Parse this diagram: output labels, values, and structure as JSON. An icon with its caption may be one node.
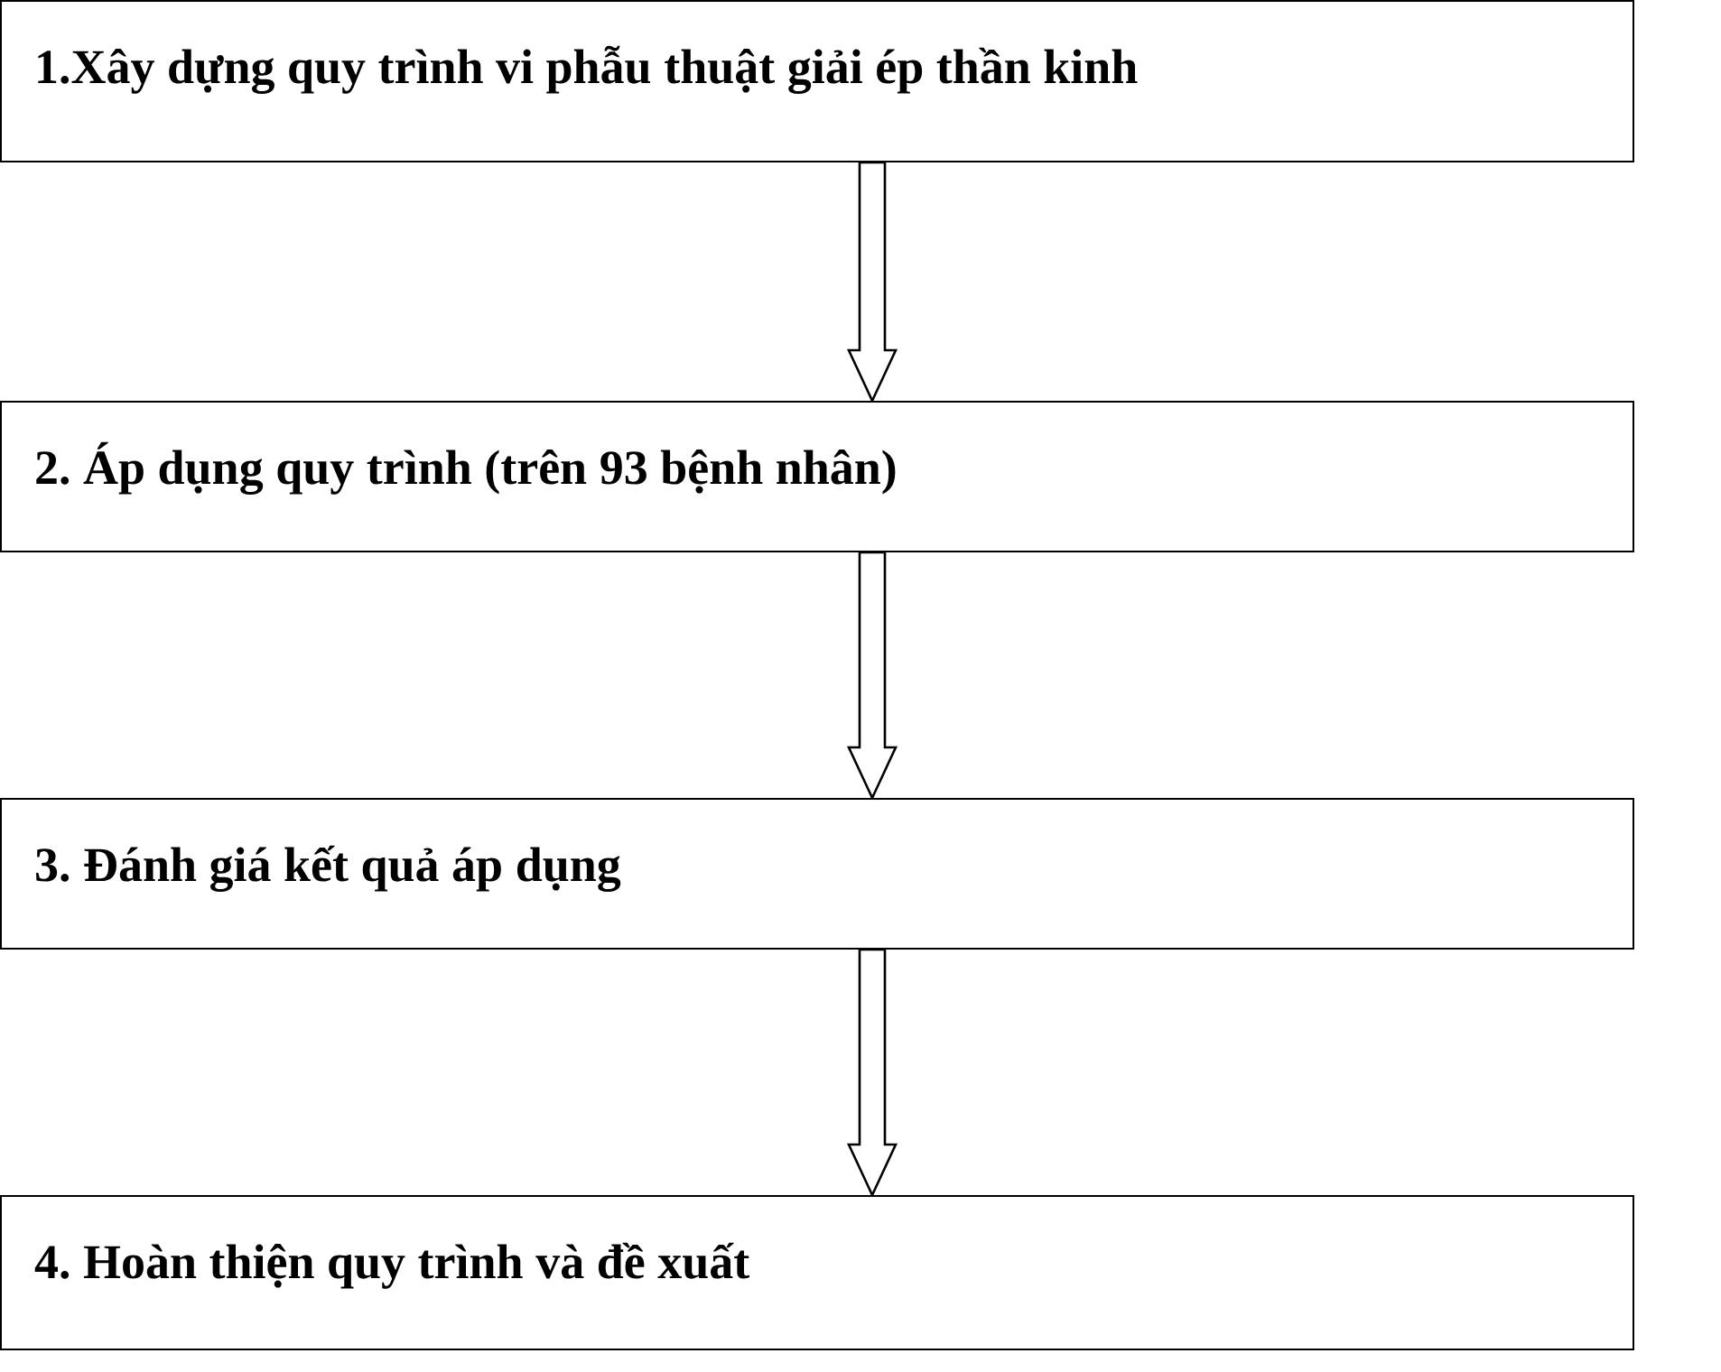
{
  "diagram": {
    "nodes": [
      {
        "text": [
          "1.Xây dựng quy trình vi phẫu thuật giải ép thần kinh"
        ]
      },
      {
        "text": [
          "2. Áp dụng quy trình (trên 93 bệnh nhân)"
        ]
      },
      {
        "text": [
          "3. Đánh giá kết quả áp dụng"
        ]
      },
      {
        "text": [
          "4. Hoàn thiện quy trình và đề xuất"
        ]
      }
    ],
    "edges": [
      {
        "from": 0,
        "to": 1,
        "arrow": "to"
      },
      {
        "from": 1,
        "to": 2,
        "arrow": "to"
      },
      {
        "from": 2,
        "to": 3,
        "arrow": "to"
      }
    ]
  }
}
